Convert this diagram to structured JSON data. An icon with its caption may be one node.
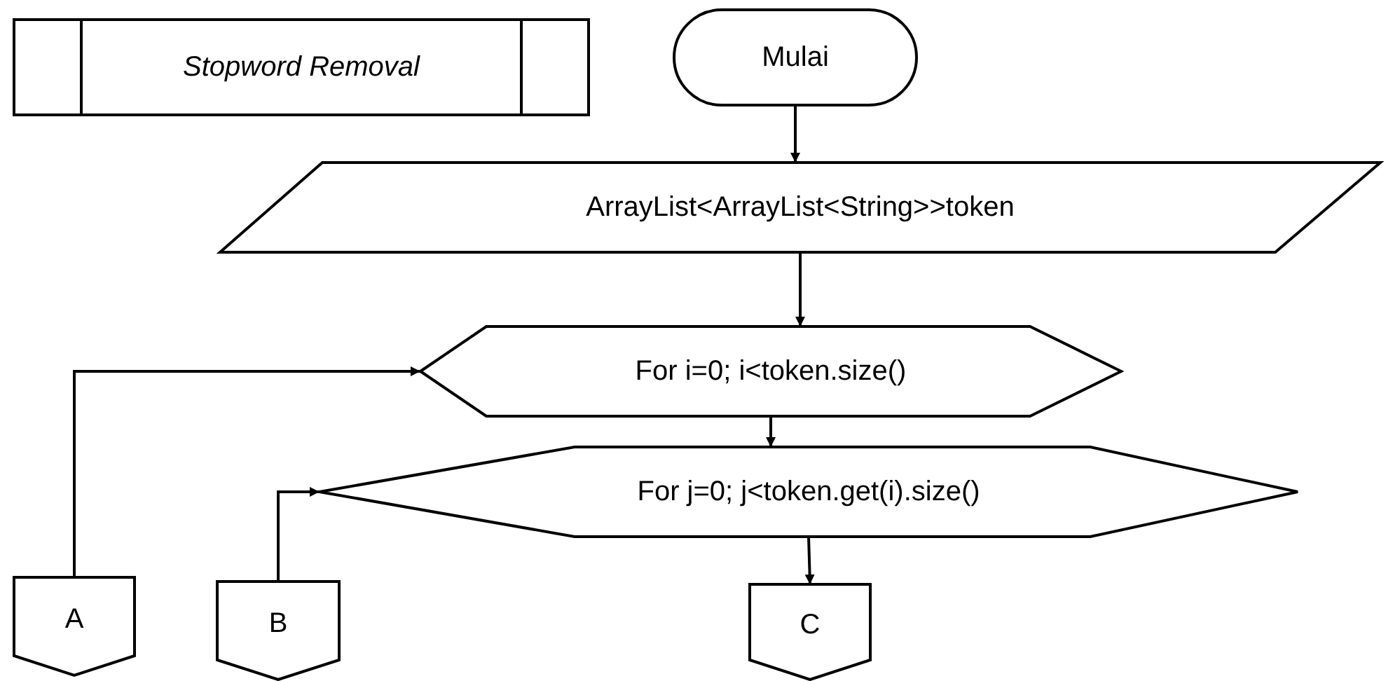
{
  "diagram": {
    "nodes": [
      {
        "text": [
          "Stopword Removal"
        ]
      },
      {
        "text": [
          "Mulai"
        ]
      },
      {
        "text": [
          "ArrayList<ArrayList<String>>token"
        ]
      },
      {
        "text": [
          "For i=0; i<token.size()"
        ]
      },
      {
        "text": [
          "For j=0; j<token.get(i).size()"
        ]
      },
      {
        "text": [
          "A"
        ]
      },
      {
        "text": [
          "B"
        ]
      },
      {
        "text": [
          "C"
        ]
      }
    ],
    "edges": [
      {
        "from": 1,
        "to": 2,
        "arrow": "to"
      },
      {
        "from": 2,
        "to": 3,
        "arrow": "to"
      },
      {
        "from": 3,
        "to": 4,
        "arrow": "to"
      },
      {
        "from": 4,
        "to": 7,
        "arrow": "to"
      },
      {
        "from": 5,
        "to": 3,
        "arrow": "to"
      },
      {
        "from": 6,
        "to": 4,
        "arrow": "to"
      }
    ]
  }
}
